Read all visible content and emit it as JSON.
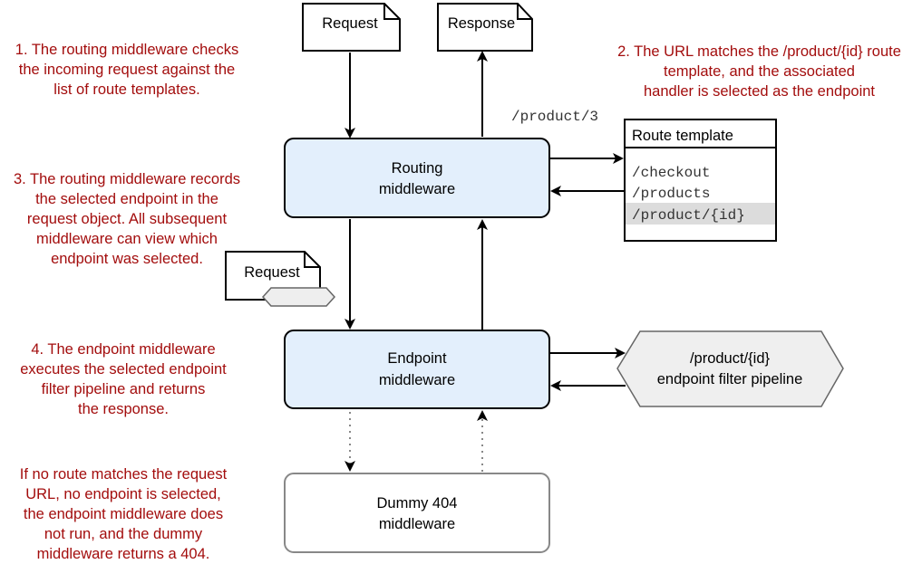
{
  "documents": {
    "request_top": "Request",
    "response_top": "Response",
    "request_side": "Request"
  },
  "url_label": "/product/3",
  "routing_middleware": {
    "line1": "Routing",
    "line2": "middleware"
  },
  "endpoint_middleware": {
    "line1": "Endpoint",
    "line2": "middleware"
  },
  "dummy_middleware": {
    "line1": "Dummy 404",
    "line2": "middleware"
  },
  "route_template": {
    "header": "Route template",
    "routes": [
      "/checkout",
      "/products",
      "/product/{id}"
    ],
    "highlighted_index": 2
  },
  "filter_pipeline": {
    "line1": "/product/{id}",
    "line2": "endpoint filter pipeline"
  },
  "notes": {
    "note1": [
      "1. The routing middleware checks",
      "the incoming request against the",
      "list of route templates."
    ],
    "note2": [
      "2. The URL matches the /product/{id} route",
      "template, and the associated",
      "handler is selected as the endpoint"
    ],
    "note3": [
      "3. The routing middleware records",
      "the selected endpoint in the",
      "request object. All subsequent",
      "middleware can view which",
      "endpoint was selected."
    ],
    "note4": [
      "4. The endpoint middleware",
      "executes the selected endpoint",
      "filter pipeline and returns",
      "the response."
    ],
    "note5": [
      "If no route matches the request",
      "URL, no endpoint is selected,",
      "the endpoint middleware does",
      "not run, and the dummy",
      "middleware returns a 404."
    ]
  },
  "colors": {
    "note_text": "#a30d0d",
    "middleware_fill": "#e3effc",
    "dummy_stroke": "#888888",
    "highlight_row": "#dcdcdc",
    "pipeline_fill": "#efefef"
  }
}
